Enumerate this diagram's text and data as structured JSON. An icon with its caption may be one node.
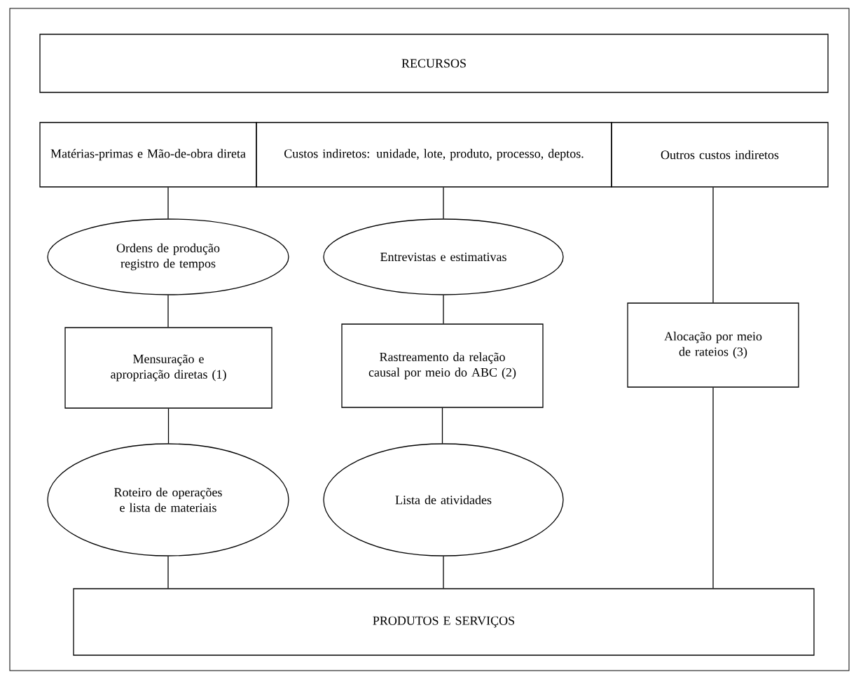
{
  "diagram": {
    "nodes": [
      {
        "text": [
          "RECURSOS"
        ]
      },
      {
        "text": [
          "Matérias-primas e Mão-de-obra direta"
        ]
      },
      {
        "text": [
          "Custos indiretos: unidade, lote, produto, processo, deptos."
        ]
      },
      {
        "text": [
          "Outros custos indiretos"
        ]
      },
      {
        "text": [
          "Ordens de produção registro de tempos"
        ]
      },
      {
        "text": [
          "Entrevistas e estimativas"
        ]
      },
      {
        "text": [
          "Mensuração e apropriação diretas (1)"
        ]
      },
      {
        "text": [
          "Rastreamento da relação causal por meio do ABC (2)"
        ]
      },
      {
        "text": [
          "Alocação por meio de rateios (3)"
        ]
      },
      {
        "text": [
          "Roteiro de operações e lista de materiais"
        ]
      },
      {
        "text": [
          "Lista de atividades"
        ]
      },
      {
        "text": [
          "PRODUTOS E SERVIÇOS"
        ]
      }
    ],
    "edges": [
      {
        "from": 1,
        "to": 4,
        "arrow": "none"
      },
      {
        "from": 4,
        "to": 6,
        "arrow": "none"
      },
      {
        "from": 6,
        "to": 9,
        "arrow": "none"
      },
      {
        "from": 9,
        "to": 11,
        "arrow": "none"
      },
      {
        "from": 2,
        "to": 5,
        "arrow": "none"
      },
      {
        "from": 5,
        "to": 7,
        "arrow": "none"
      },
      {
        "from": 7,
        "to": 10,
        "arrow": "none"
      },
      {
        "from": 10,
        "to": 11,
        "arrow": "none"
      },
      {
        "from": 3,
        "to": 8,
        "arrow": "none"
      },
      {
        "from": 8,
        "to": 11,
        "arrow": "none"
      }
    ]
  }
}
